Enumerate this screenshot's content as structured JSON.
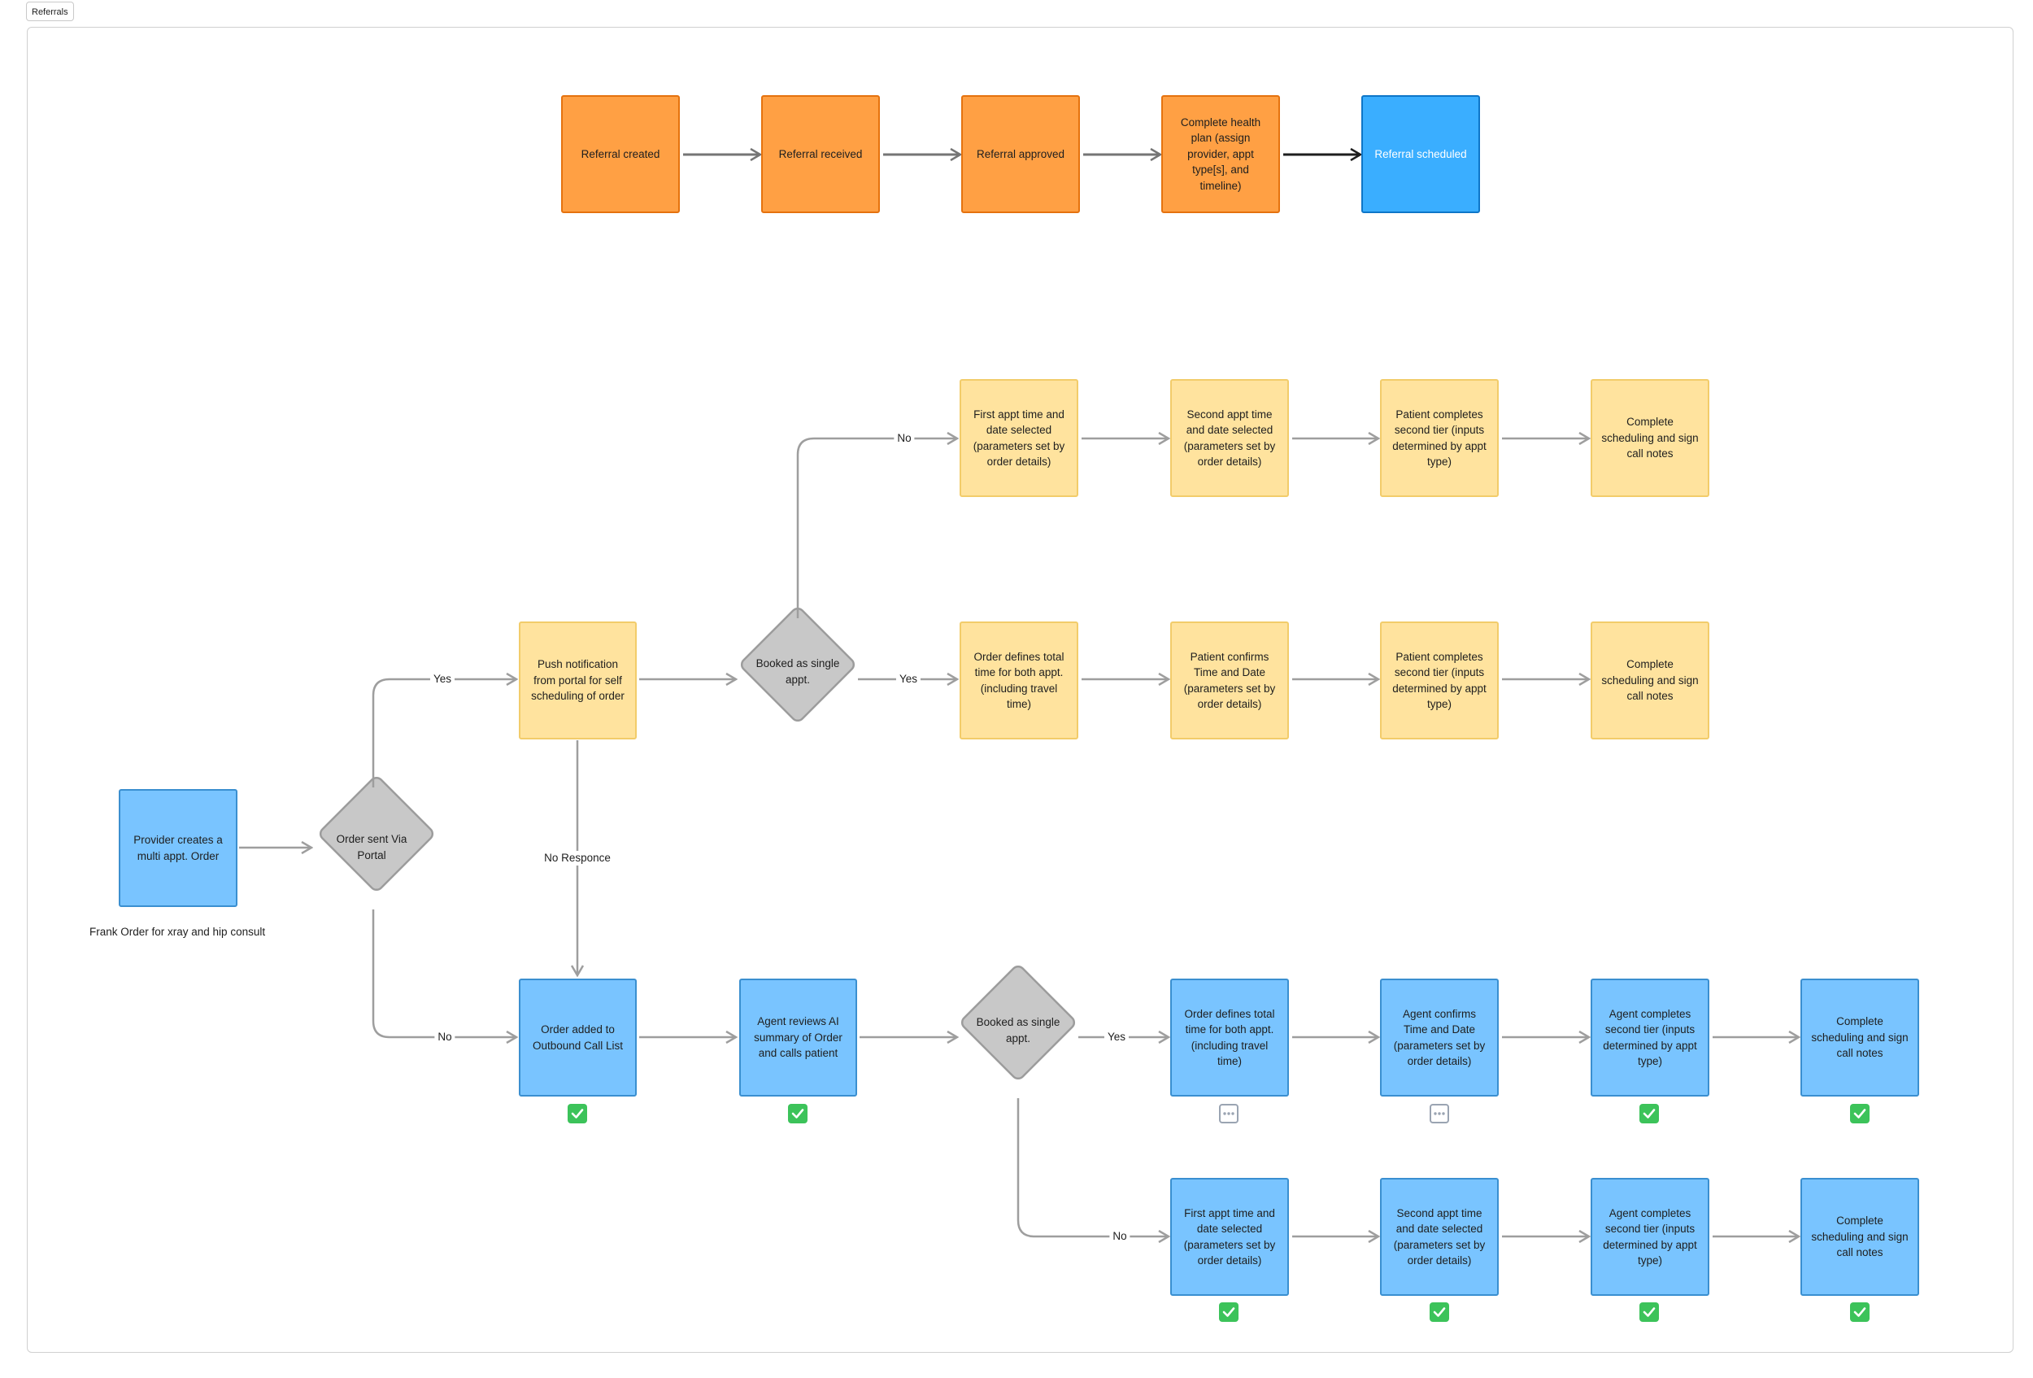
{
  "tab_label": "Referrals",
  "caption": "Frank Order for xray and hip consult",
  "colors": {
    "orange": "#ffa044",
    "blue_top": "#3aaeff",
    "yellow": "#ffe39e",
    "light_blue": "#79c4ff",
    "diamond": "#c8c8c8",
    "check_green": "#3cc35a"
  },
  "top_flow": [
    "Referral created",
    "Referral received",
    "Referral approved",
    "Complete health plan (assign provider, appt type[s], and timeline)",
    "Referral scheduled"
  ],
  "nodes": {
    "provider": "Provider creates a multi appt. Order",
    "push": "Push notification from portal for self scheduling of order",
    "outbound": "Order added to Outbound Call List",
    "agent_reviews": "Agent reviews AI summary of Order and calls patient",
    "y1": "First appt time and date selected (parameters set by order details)",
    "y2": "Second appt time and date selected (parameters set by order details)",
    "y3": "Patient completes second tier (inputs determined by appt type)",
    "y4": "Complete scheduling and sign call notes",
    "m1": "Order defines total time for both appt. (including travel time)",
    "m2": "Patient confirms Time and Date (parameters set by order details)",
    "m3": "Patient completes second tier (inputs determined by appt type)",
    "m4": "Complete scheduling and sign call notes",
    "b1": "Order defines total time for both appt. (including travel time)",
    "b2": "Agent confirms Time and Date (parameters set by order details)",
    "b3": "Agent completes second tier (inputs determined by appt type)",
    "b4": "Complete scheduling and sign call notes",
    "c1": "First appt time and date selected (parameters set by order details)",
    "c2": "Second appt time and date selected (parameters set by order details)",
    "c3": "Agent completes second tier (inputs determined by appt type)",
    "c4": "Complete scheduling and sign call notes"
  },
  "decisions": {
    "portal": "Order sent Via Portal",
    "single_top": "Booked as single appt.",
    "single_bottom": "Booked as single appt."
  },
  "edge_labels": {
    "portal_yes": "Yes",
    "portal_no": "No",
    "no_response": "No Responce",
    "top_no": "No",
    "top_yes": "Yes",
    "bottom_yes": "Yes",
    "bottom_no": "No"
  },
  "status_icons": {
    "outbound": "check-icon",
    "agent_reviews": "check-icon",
    "b1": "more-icon",
    "b2": "more-icon",
    "b3": "check-icon",
    "b4": "check-icon",
    "c1": "check-icon",
    "c2": "check-icon",
    "c3": "check-icon",
    "c4": "check-icon"
  }
}
